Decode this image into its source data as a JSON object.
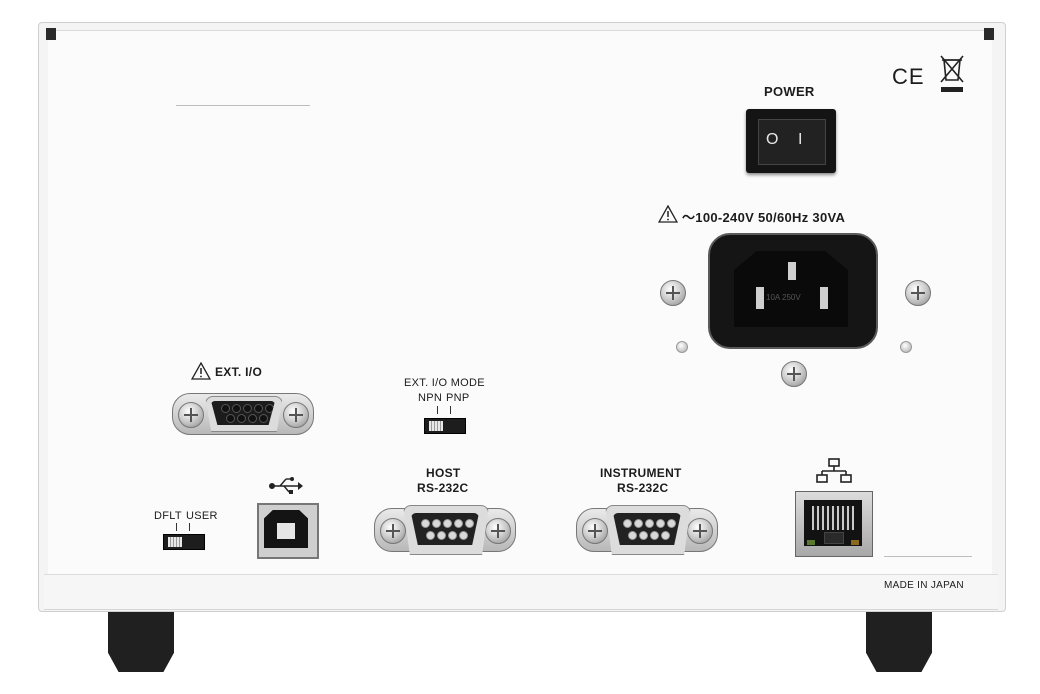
{
  "power": {
    "label": "POWER",
    "off_symbol": "O",
    "on_symbol": "I"
  },
  "marks": {
    "ce": "CE"
  },
  "rating": {
    "text": "～100-240V  50/60Hz  30VA",
    "inlet_marking": "10A 250V"
  },
  "ext_io": {
    "label": "EXT. I/O"
  },
  "ext_io_mode": {
    "title": "EXT. I/O MODE",
    "opt1": "NPN",
    "opt2": "PNP"
  },
  "mode_switch": {
    "opt1": "DFLT",
    "opt2": "USER"
  },
  "host": {
    "line1": "HOST",
    "line2": "RS-232C"
  },
  "instrument": {
    "line1": "INSTRUMENT",
    "line2": "RS-232C"
  },
  "footer": {
    "made_in": "MADE IN JAPAN"
  },
  "icons": [
    "warning-icon",
    "usb-icon",
    "lan-icon",
    "weee-bin-icon",
    "ce-mark"
  ],
  "colors": {
    "panel": "#fbfbfb",
    "frame": "#f4f4f4",
    "connector": "#1f1f1f",
    "text": "#1c1c1c"
  }
}
